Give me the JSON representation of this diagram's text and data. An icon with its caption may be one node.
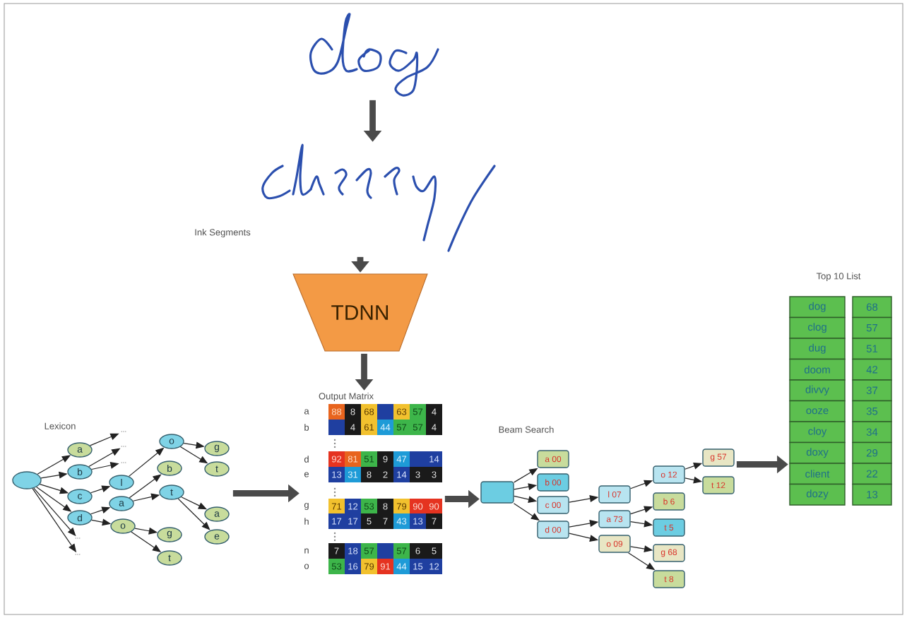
{
  "diagram": {
    "nodes": [
      {
        "text": [],
        "shape": "picture"
      },
      {
        "text": [],
        "shape": "picture",
        "beside": [
          "Ink Segments"
        ]
      },
      {
        "text": [
          "TDNN"
        ]
      },
      {
        "text": [
          "Lexicon"
        ]
      },
      {
        "text": [],
        "shape": "ellipse",
        "in": 3
      },
      {
        "text": [
          "a"
        ],
        "in": 3
      },
      {
        "text": [
          "b"
        ],
        "in": 3
      },
      {
        "text": [
          "c"
        ],
        "in": 3
      },
      {
        "text": [
          "d"
        ],
        "in": 3
      },
      {
        "text": [
          "..."
        ],
        "in": 3
      },
      {
        "text": [
          "..."
        ],
        "in": 3
      },
      {
        "text": [
          "..."
        ],
        "in": 3
      },
      {
        "text": [
          "l"
        ],
        "in": 3
      },
      {
        "text": [
          "a"
        ],
        "in": 3
      },
      {
        "text": [
          "o"
        ],
        "in": 3
      },
      {
        "text": [
          "..."
        ],
        "in": 3
      },
      {
        "text": [
          "..."
        ],
        "in": 3
      },
      {
        "text": [
          "o"
        ],
        "in": 3
      },
      {
        "text": [
          "b"
        ],
        "in": 3
      },
      {
        "text": [
          "t"
        ],
        "in": 3
      },
      {
        "text": [
          "g"
        ],
        "in": 3
      },
      {
        "text": [
          "t"
        ],
        "in": 3
      },
      {
        "text": [
          "g"
        ],
        "in": 3
      },
      {
        "text": [
          "t"
        ],
        "in": 3
      },
      {
        "text": [
          "a"
        ],
        "in": 3
      },
      {
        "text": [
          "e"
        ],
        "in": 3
      },
      {
        "text": [
          "Output Matrix"
        ]
      },
      {
        "text": [
          "Beam Search"
        ]
      },
      {
        "text": [],
        "shape": "box",
        "in": 27
      },
      {
        "text": [
          "a 00"
        ],
        "in": 27
      },
      {
        "text": [
          "b 00"
        ],
        "in": 27
      },
      {
        "text": [
          "c 00"
        ],
        "in": 27
      },
      {
        "text": [
          "d 00"
        ],
        "in": 27
      },
      {
        "text": [
          "l 07"
        ],
        "in": 27
      },
      {
        "text": [
          "a 73"
        ],
        "in": 27
      },
      {
        "text": [
          "o 09"
        ],
        "in": 27
      },
      {
        "text": [
          "o 12"
        ],
        "in": 27
      },
      {
        "text": [
          "b 6"
        ],
        "in": 27
      },
      {
        "text": [
          "t 5"
        ],
        "in": 27
      },
      {
        "text": [
          "g 68"
        ],
        "in": 27
      },
      {
        "text": [
          "t 8"
        ],
        "in": 27
      },
      {
        "text": [
          "g 57"
        ],
        "in": 27
      },
      {
        "text": [
          "t 12"
        ],
        "in": 27
      },
      {
        "text": [
          "Top 10 List"
        ]
      }
    ],
    "edges": [
      {
        "from": 0,
        "to": 1,
        "arrow": "to",
        "style": "thick",
        "color": "#4a4a4a"
      },
      {
        "from": 1,
        "to": 2,
        "arrow": "to",
        "style": "thick",
        "color": "#4a4a4a"
      },
      {
        "from": 2,
        "to": 26,
        "arrow": "to",
        "style": "thick",
        "color": "#4a4a4a"
      },
      {
        "from": 3,
        "to": 26,
        "arrow": "to",
        "style": "thick",
        "color": "#4a4a4a"
      },
      {
        "from": 26,
        "to": 27,
        "arrow": "to",
        "style": "thick",
        "color": "#4a4a4a"
      },
      {
        "from": 27,
        "to": 43,
        "arrow": "to",
        "style": "thick",
        "color": "#4a4a4a"
      },
      {
        "from": 4,
        "to": 5,
        "arrow": "to"
      },
      {
        "from": 4,
        "to": 6,
        "arrow": "to"
      },
      {
        "from": 4,
        "to": 7,
        "arrow": "to"
      },
      {
        "from": 4,
        "to": 8,
        "arrow": "to"
      },
      {
        "from": 4,
        "to": 15,
        "arrow": "to"
      },
      {
        "from": 4,
        "to": 16,
        "arrow": "to"
      },
      {
        "from": 5,
        "to": 9,
        "arrow": "to"
      },
      {
        "from": 6,
        "to": 10,
        "arrow": "to"
      },
      {
        "from": 6,
        "to": 11,
        "arrow": "to"
      },
      {
        "from": 7,
        "to": 12,
        "arrow": "to"
      },
      {
        "from": 12,
        "to": 17,
        "arrow": "to"
      },
      {
        "from": 17,
        "to": 22,
        "arrow": "to"
      },
      {
        "from": 17,
        "to": 23,
        "arrow": "to"
      },
      {
        "from": 8,
        "to": 13,
        "arrow": "to"
      },
      {
        "from": 8,
        "to": 14,
        "arrow": "to"
      },
      {
        "from": 13,
        "to": 18,
        "arrow": "to"
      },
      {
        "from": 13,
        "to": 19,
        "arrow": "to"
      },
      {
        "from": 19,
        "to": 24,
        "arrow": "to"
      },
      {
        "from": 19,
        "to": 25,
        "arrow": "to"
      },
      {
        "from": 14,
        "to": 20,
        "arrow": "to"
      },
      {
        "from": 14,
        "to": 21,
        "arrow": "to"
      },
      {
        "from": 28,
        "to": 29,
        "arrow": "to"
      },
      {
        "from": 28,
        "to": 30,
        "arrow": "to"
      },
      {
        "from": 28,
        "to": 31,
        "arrow": "to"
      },
      {
        "from": 28,
        "to": 32,
        "arrow": "to"
      },
      {
        "from": 31,
        "to": 33,
        "arrow": "to"
      },
      {
        "from": 32,
        "to": 34,
        "arrow": "to"
      },
      {
        "from": 32,
        "to": 35,
        "arrow": "to"
      },
      {
        "from": 33,
        "to": 36,
        "arrow": "to"
      },
      {
        "from": 36,
        "to": 41,
        "arrow": "to"
      },
      {
        "from": 36,
        "to": 42,
        "arrow": "to"
      },
      {
        "from": 34,
        "to": 37,
        "arrow": "to"
      },
      {
        "from": 34,
        "to": 38,
        "arrow": "to"
      },
      {
        "from": 35,
        "to": 39,
        "arrow": "to"
      },
      {
        "from": 35,
        "to": 40,
        "arrow": "to"
      }
    ],
    "labels": [
      "a",
      "88",
      "8",
      "68",
      "63",
      "57",
      "4",
      "b",
      "4",
      "61",
      "44",
      "57",
      "57",
      "4",
      "d",
      "92",
      "81",
      "51",
      "9",
      "47",
      "14",
      "e",
      "13",
      "31",
      "8",
      "2",
      "14",
      "3",
      "3",
      "g",
      "71",
      "12",
      "53",
      "8",
      "79",
      "90",
      "90",
      "h",
      "17",
      "17",
      "5",
      "7",
      "43",
      "13",
      "7",
      "n",
      "7",
      "18",
      "57",
      "57",
      "6",
      "5",
      "o",
      "53",
      "16",
      "79",
      "91",
      "44",
      "15",
      "12",
      "dog",
      "68",
      "clog",
      "57",
      "dug",
      "51",
      "doom",
      "42",
      "divvy",
      "37",
      "ooze",
      "35",
      "cloy",
      "34",
      "doxy",
      "29",
      "client",
      "22",
      "dozy",
      "13"
    ]
  }
}
